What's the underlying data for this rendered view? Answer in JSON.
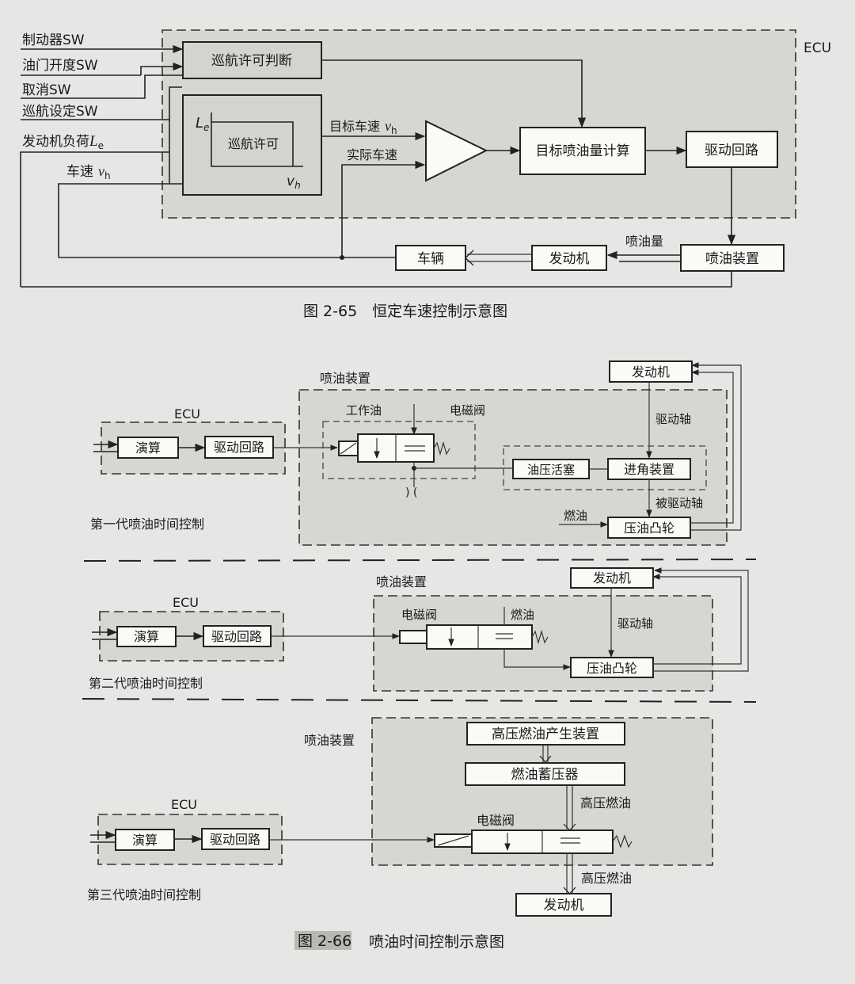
{
  "fig65": {
    "inputs": [
      "制动器SW",
      "油门开度SW",
      "取消SW",
      "巡航设定SW"
    ],
    "engine_load": "发动机负荷",
    "engine_load_sym": "L",
    "engine_load_sub": "e",
    "speed_in": "车速",
    "speed_sym": "v",
    "speed_sub": "h",
    "ecu": "ECU",
    "cruise_judge": "巡航许可判断",
    "cruise_permit": "巡航许可",
    "graph_y_sym": "L",
    "graph_y_sub": "e",
    "graph_x_sym": "v",
    "graph_x_sub": "h",
    "target_speed": "目标车速",
    "target_sym": "v",
    "target_sub": "h",
    "actual_speed": "实际车速",
    "fuel_calc": "目标喷油量计算",
    "drive_circuit": "驱动回路",
    "injection_amount": "喷油量",
    "injector": "喷油装置",
    "engine": "发动机",
    "vehicle": "车辆",
    "caption": "图 2-65　恒定车速控制示意图"
  },
  "fig66": {
    "gen1": {
      "device": "喷油装置",
      "ecu": "ECU",
      "calc": "演算",
      "drive": "驱动回路",
      "work_oil": "工作油",
      "solenoid": "电磁阀",
      "engine": "发动机",
      "drive_shaft": "驱动轴",
      "piston": "油压活塞",
      "advance": "进角装置",
      "driven_shaft": "被驱动轴",
      "fuel": "燃油",
      "cam": "压油凸轮",
      "label": "第一代喷油时间控制"
    },
    "gen2": {
      "device": "喷油装置",
      "ecu": "ECU",
      "calc": "演算",
      "drive": "驱动回路",
      "solenoid": "电磁阀",
      "fuel": "燃油",
      "engine": "发动机",
      "drive_shaft": "驱动轴",
      "cam": "压油凸轮",
      "label": "第二代喷油时间控制"
    },
    "gen3": {
      "device": "喷油装置",
      "ecu": "ECU",
      "calc": "演算",
      "drive": "驱动回路",
      "hp_gen": "高压燃油产生装置",
      "accumulator": "燃油蓄压器",
      "hp_fuel_top": "高压燃油",
      "solenoid": "电磁阀",
      "hp_fuel_bottom": "高压燃油",
      "engine": "发动机",
      "label": "第三代喷油时间控制"
    },
    "caption_num": "图 2-66",
    "caption_text": "喷油时间控制示意图"
  }
}
